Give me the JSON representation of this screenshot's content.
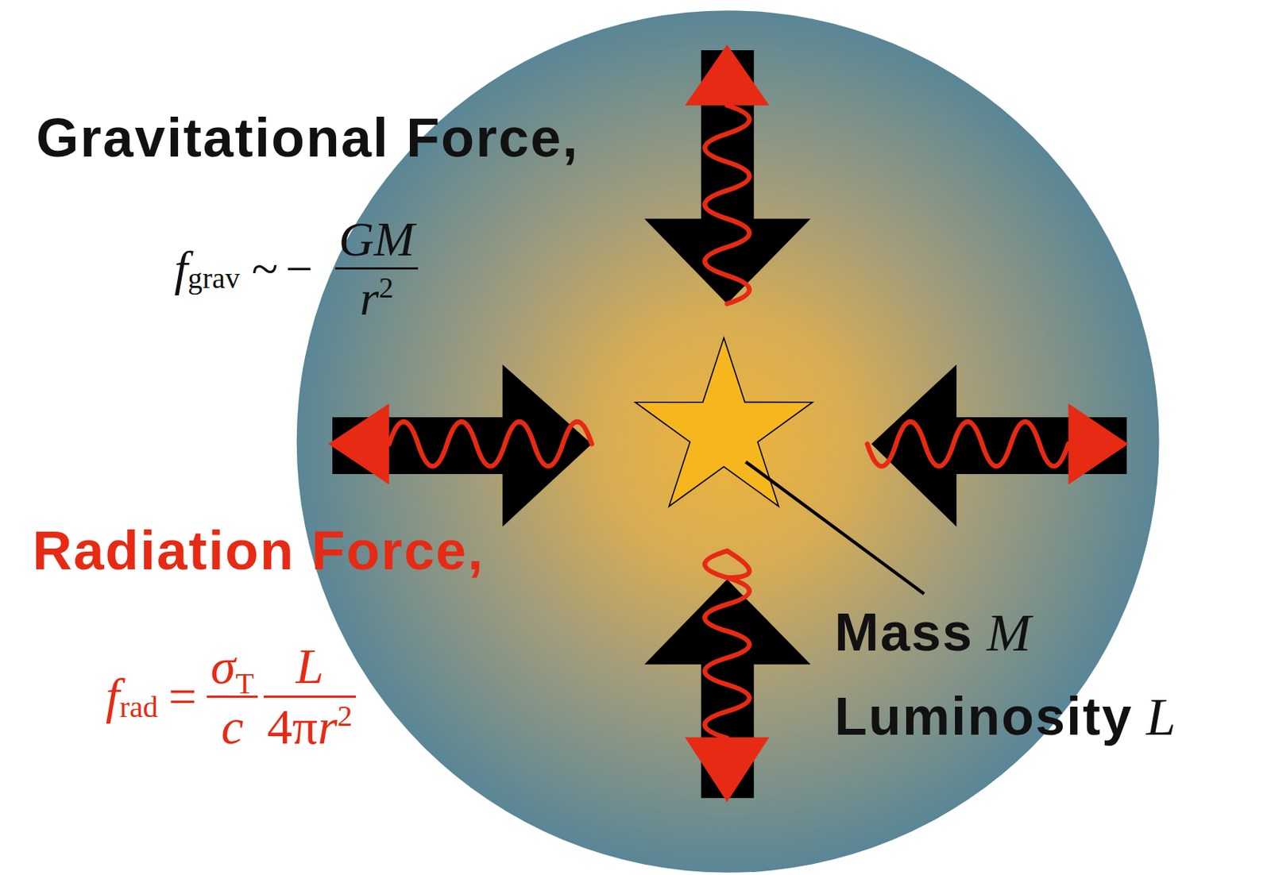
{
  "diagram": {
    "labels": [
      "Gravitational Force,",
      "f",
      "grav",
      "~",
      "−",
      "GM",
      "r",
      "2",
      "Radiation Force,",
      "f",
      "rad",
      "=",
      "σ",
      "T",
      "c",
      "L",
      "4π",
      "r",
      "2",
      "Mass",
      "M",
      "Luminosity",
      "L"
    ]
  }
}
